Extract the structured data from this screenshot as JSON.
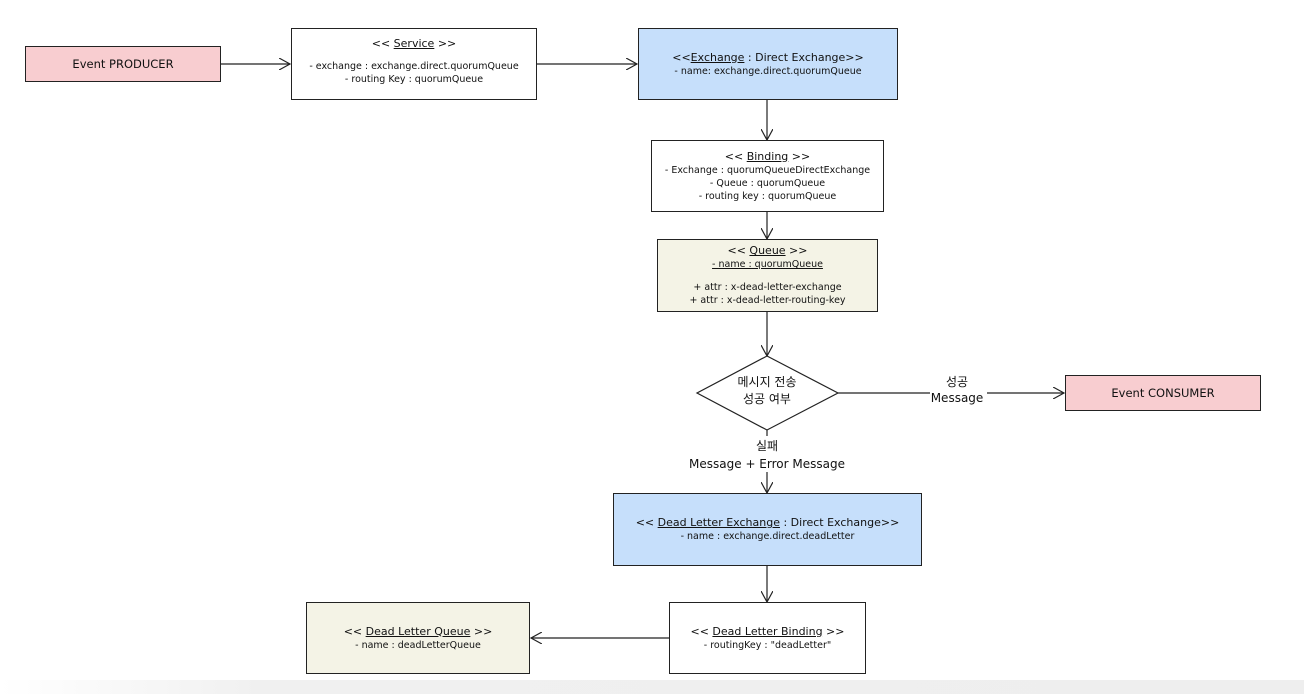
{
  "producer": {
    "label": "Event PRODUCER"
  },
  "consumer": {
    "label": "Event CONSUMER"
  },
  "service": {
    "open": "<< ",
    "name": "Service",
    "close": " >>",
    "lines": [
      "- exchange : exchange.direct.quorumQueue",
      "- routing Key : quorumQueue"
    ]
  },
  "exchange": {
    "open": "<<",
    "name": "Exchange",
    "rest": " : Direct Exchange>>",
    "lines": [
      "- name: exchange.direct.quorumQueue"
    ]
  },
  "binding": {
    "open": "<< ",
    "name": "Binding",
    "close": " >>",
    "lines": [
      "- Exchange : quorumQueueDirectExchange",
      "- Queue : quorumQueue",
      "- routing key : quorumQueue"
    ]
  },
  "queue": {
    "open": "<< ",
    "name": "Queue",
    "close": " >>",
    "underlined_line": "- name : quorumQueue",
    "lines": [
      "+ attr : x-dead-letter-exchange",
      "+ attr : x-dead-letter-routing-key"
    ]
  },
  "decision": {
    "line1": "메시지 전송",
    "line2": "성공 여부"
  },
  "success_label": {
    "line1": "성공",
    "line2": "Message"
  },
  "fail_label": {
    "line1": "실패",
    "line2": "Message + Error Message"
  },
  "dl_exchange": {
    "open": "<< ",
    "name": "Dead Letter Exchange",
    "rest": " : Direct Exchange>>",
    "lines": [
      "- name : exchange.direct.deadLetter"
    ]
  },
  "dl_binding": {
    "open": "<< ",
    "name": "Dead Letter Binding",
    "close": " >>",
    "lines": [
      "- routingKey : \"deadLetter\""
    ]
  },
  "dl_queue": {
    "open": "<< ",
    "name": "Dead Letter Queue",
    "close": " >>",
    "lines": [
      "- name : deadLetterQueue"
    ]
  }
}
